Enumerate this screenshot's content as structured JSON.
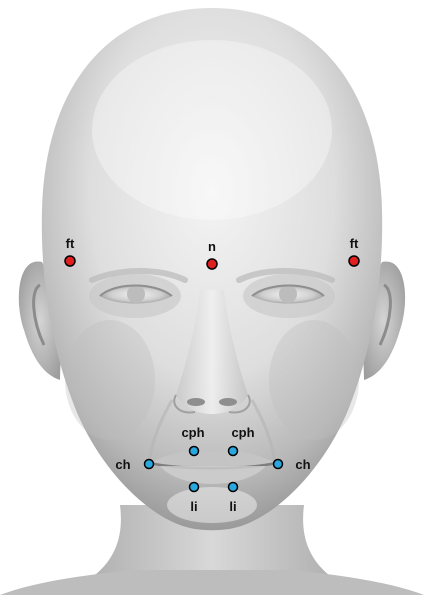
{
  "landmarks": {
    "ft_left": {
      "label": "ft",
      "color": "#e0201e"
    },
    "n": {
      "label": "n",
      "color": "#e0201e"
    },
    "ft_right": {
      "label": "ft",
      "color": "#e0201e"
    },
    "cph_left": {
      "label": "cph",
      "color": "#29a8e0"
    },
    "cph_right": {
      "label": "cph",
      "color": "#29a8e0"
    },
    "ch_left": {
      "label": "ch",
      "color": "#29a8e0"
    },
    "ch_right": {
      "label": "ch",
      "color": "#29a8e0"
    },
    "li_left": {
      "label": "li",
      "color": "#29a8e0"
    },
    "li_right": {
      "label": "li",
      "color": "#29a8e0"
    }
  },
  "colors": {
    "skin": "#e2e2e2",
    "shadow": "#9c9c9c",
    "background": "#ffffff"
  }
}
